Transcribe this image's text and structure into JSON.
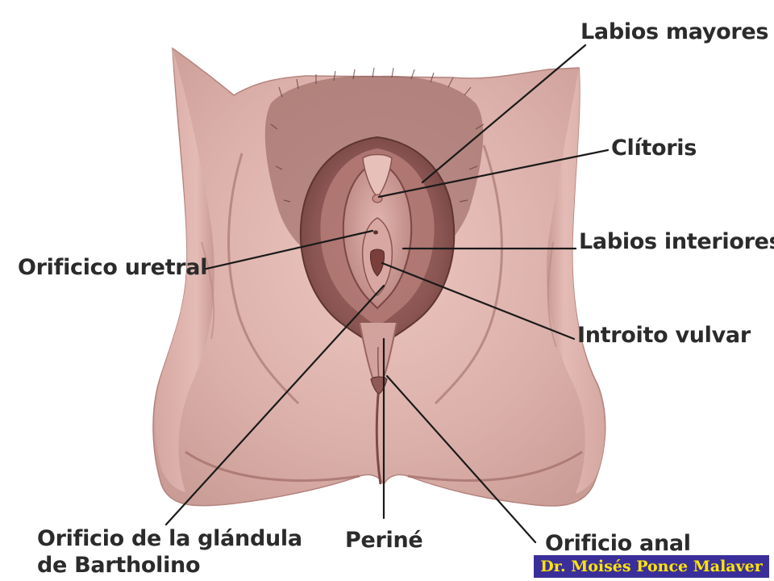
{
  "labels": {
    "labios_mayores": "Labios mayores",
    "clitoris": "Clítoris",
    "labios_interiores": "Labios interiores",
    "orificio_uretral": "Orificico uretral",
    "introito_vulvar": "Introito vulvar",
    "orificio_bartholino": "Orificio de la glándula\nde Bartholino",
    "perine": "Periné",
    "orificio_anal": "Orificio anal"
  },
  "credit": "Dr. Moisés Ponce Malaver",
  "colors": {
    "skin": "#dfb3ad",
    "skin_light": "#ecc8c2",
    "skin_shadow": "#b98983",
    "fold_dark": "#7d4a47",
    "hair": "#6b4340",
    "leader_line": "#1a1a1a",
    "label_text": "#2b2b2b",
    "credit_bg": "#3a2f9a",
    "credit_text": "#ffe500"
  }
}
